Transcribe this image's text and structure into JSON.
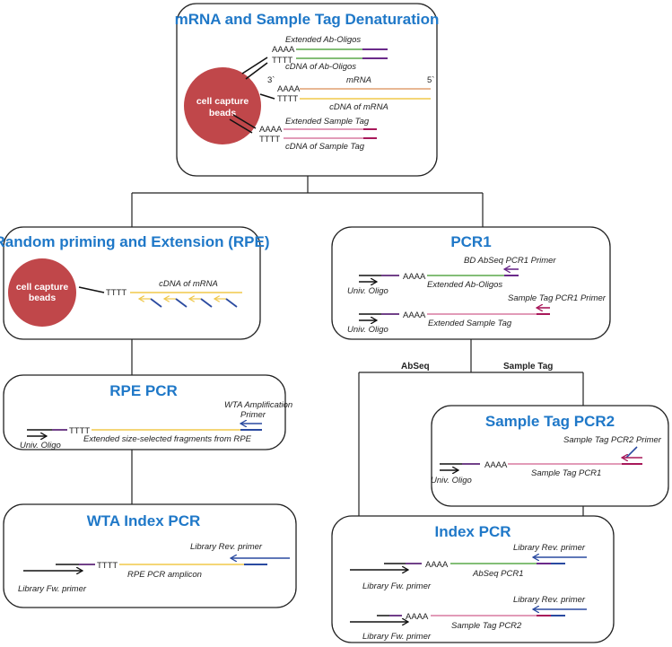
{
  "panels": {
    "denaturation": {
      "title": "mRNA and Sample Tag Denaturation"
    },
    "rpe": {
      "title": "Random priming and Extension (RPE)"
    },
    "pcr1": {
      "title": "PCR1"
    },
    "rpe_pcr": {
      "title": "RPE PCR"
    },
    "sample_tag_pcr2": {
      "title": "Sample Tag PCR2"
    },
    "wta_index_pcr": {
      "title": "WTA Index PCR"
    },
    "index_pcr": {
      "title": "Index PCR"
    }
  },
  "bead_label": "cell capture beads",
  "seq": {
    "polyA": "AAAA",
    "polyT": "TTTT",
    "three_prime": "3`",
    "five_prime": "5`"
  },
  "labels": {
    "extended_ab_oligos": "Extended Ab-Oligos",
    "cdna_ab_oligos": "cDNA of Ab-Oligos",
    "mrna": "mRNA",
    "cdna_mrna": "cDNA of mRNA",
    "extended_sample_tag": "Extended Sample Tag",
    "cdna_sample_tag": "cDNA of Sample Tag",
    "bd_abseq_pcr1_primer": "BD AbSeq PCR1 Primer",
    "univ_oligo": "Univ. Oligo",
    "sample_tag_pcr1_primer": "Sample Tag PCR1 Primer",
    "wta_amp_primer_1": "WTA Amplification",
    "wta_amp_primer_2": "Primer",
    "extended_size_selected": "Extended size-selected fragments from RPE",
    "sample_tag_pcr2_primer": "Sample Tag PCR2 Primer",
    "sample_tag_pcr1": "Sample Tag PCR1",
    "library_rev_primer": "Library Rev. primer",
    "library_fw_primer": "Library Fw. primer",
    "rpe_pcr_amplicon": "RPE PCR amplicon",
    "abseq_pcr1": "AbSeq PCR1",
    "sample_tag_pcr2": "Sample Tag PCR2"
  },
  "branches": {
    "abseq": "AbSeq",
    "sample_tag": "Sample Tag"
  },
  "colors": {
    "title": "#1f78c8",
    "bead": "#c0474a",
    "green": "#5aa84a",
    "purple": "#6a2a8a",
    "orange": "#e0a070",
    "yellow": "#f0c84a",
    "pink": "#d87aa0",
    "magenta": "#a8185a",
    "blue": "#2a4aa0",
    "black": "#111111"
  }
}
